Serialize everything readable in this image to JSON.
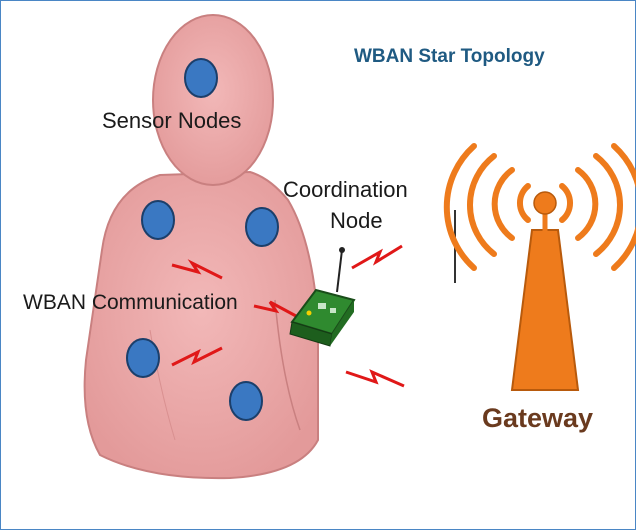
{
  "diagram": {
    "title": "WBAN Star Topology",
    "labels": {
      "sensor_nodes": "Sensor Nodes",
      "coordination_line1": "Coordination",
      "coordination_line2": "Node",
      "wban_communication": "WBAN Communication",
      "gateway": "Gateway"
    },
    "colors": {
      "border": "#4a86c5",
      "title": "#1f5a82",
      "body_fill": "#e8a0a0",
      "body_stroke": "#c98080",
      "sensor_node": "#3a78c2",
      "signal": "#e01818",
      "tower": "#ee7b1c",
      "device": "#2f8a2f",
      "gateway_text": "#6a3a1e"
    },
    "icons": [
      "sensor-node-icon",
      "coordination-device-icon",
      "signal-bolt-icon",
      "gateway-tower-icon",
      "radio-wave-icon"
    ]
  }
}
